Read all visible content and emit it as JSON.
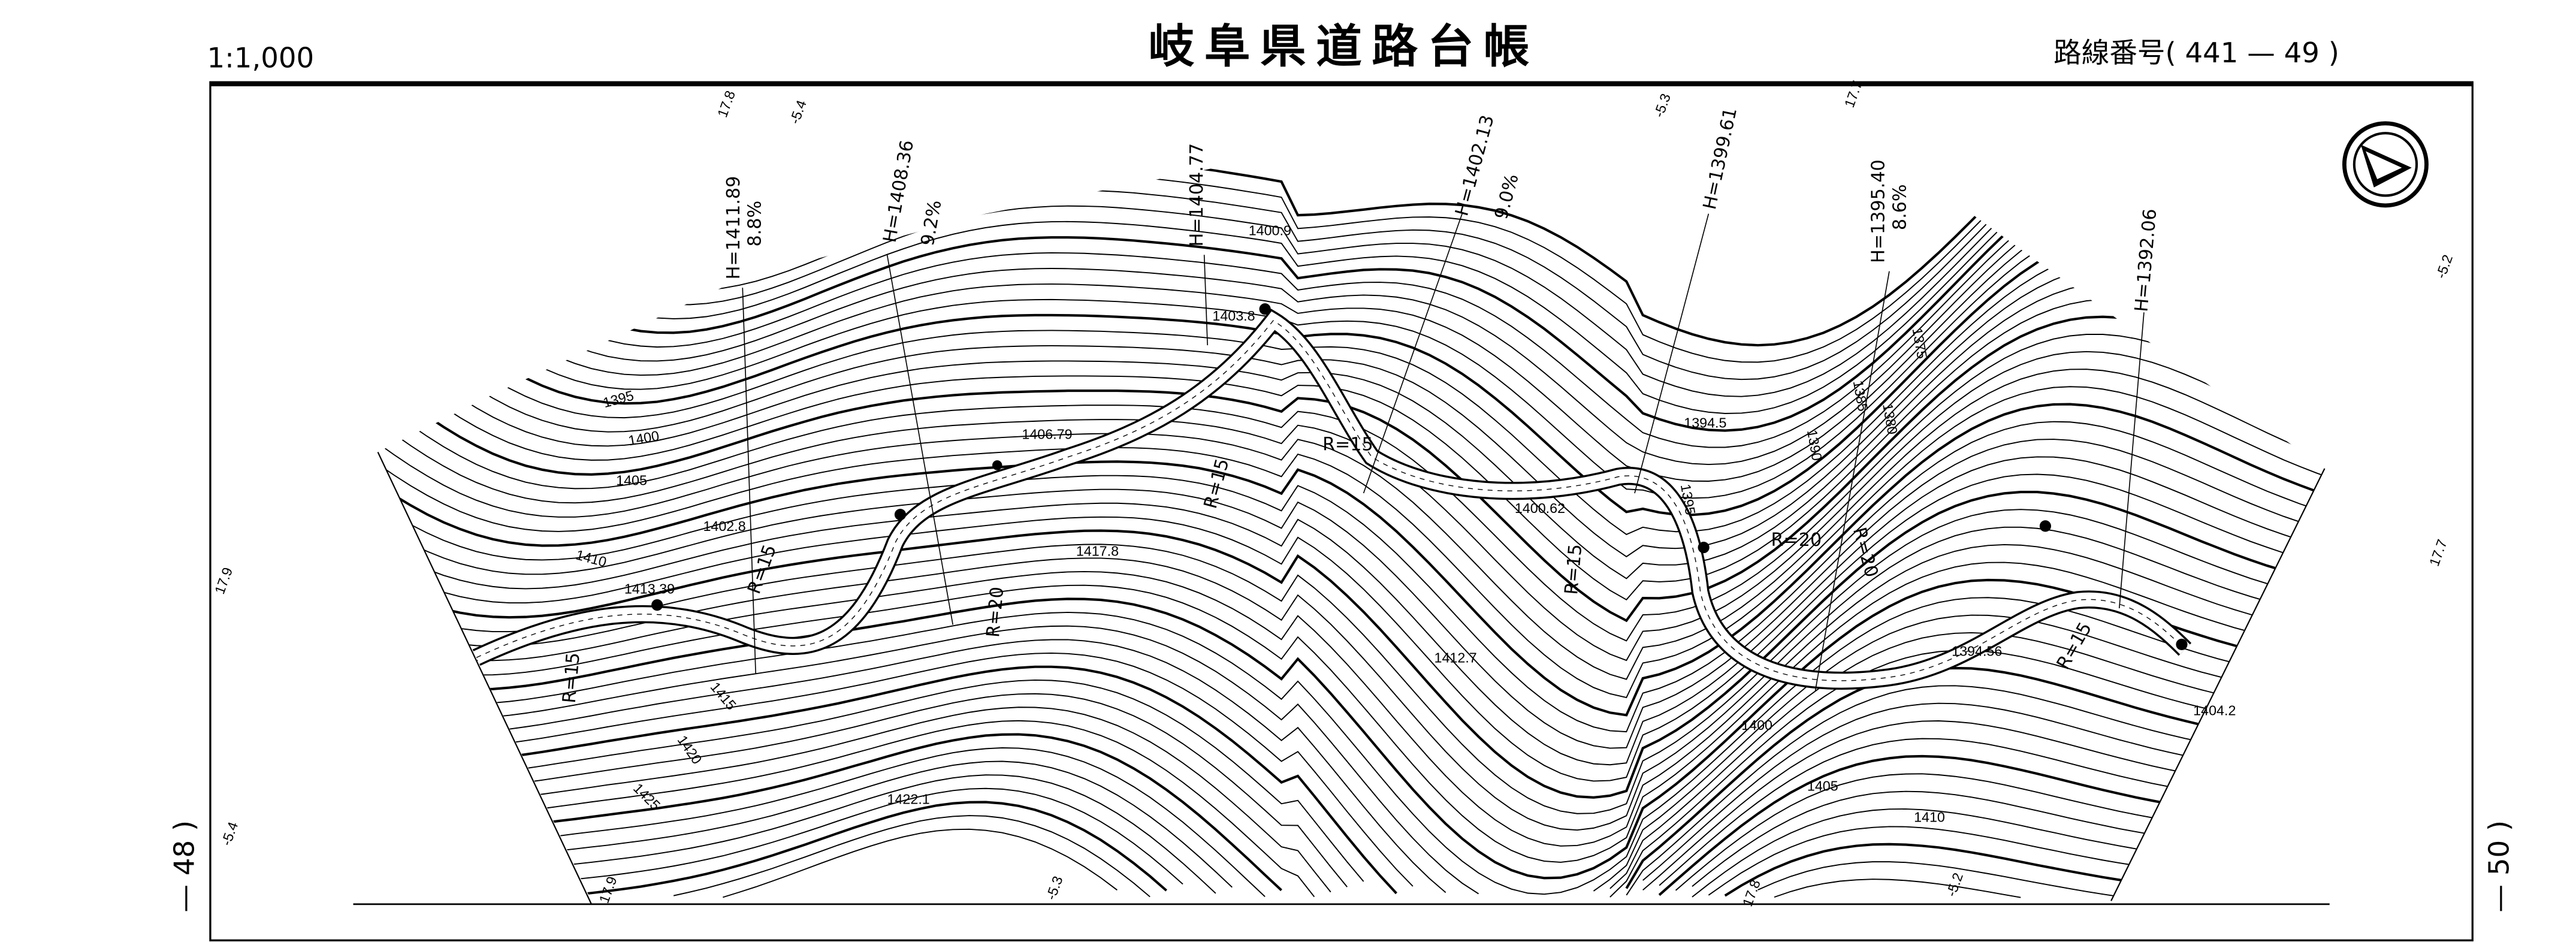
{
  "header": {
    "scale": "1:1,000",
    "title": "岐阜県道路台帳",
    "route_number": "路線番号( 441 — 49 )"
  },
  "sheet_refs": {
    "left": "— 48 )",
    "right": "— 50 )"
  },
  "stations": [
    {
      "height": "H=1411.89",
      "grade": "8.8%"
    },
    {
      "height": "H=1408.36",
      "grade": "9.2%"
    },
    {
      "height": "H=1404.77",
      "grade": ""
    },
    {
      "height": "H=1402.13",
      "grade": "9.0%"
    },
    {
      "height": "H=1399.61",
      "grade": ""
    },
    {
      "height": "H=1395.40",
      "grade": "8.6%"
    },
    {
      "height": "H=1392.06",
      "grade": ""
    }
  ],
  "crossfalls": [
    "17.8",
    "-5.4",
    "-5.3",
    "17.7",
    "-5.2",
    "17.9",
    "17.7",
    "-5.4",
    "17.9",
    "-5.3",
    "17.8",
    "-5.2"
  ],
  "spot_elevations": [
    "1400.9",
    "1403.8",
    "1406.79",
    "1402.8",
    "1413.39",
    "1417.8",
    "1412.7",
    "1422.1",
    "1400.62",
    "1394.5",
    "1394.56",
    "1404.2"
  ],
  "contour_labels": [
    "1395",
    "1400",
    "1405",
    "1410",
    "1415",
    "1420",
    "1425",
    "1400",
    "1405",
    "1410",
    "1390",
    "1385",
    "1380",
    "1375",
    "1395"
  ],
  "curve_radii": [
    "R=15",
    "R=15",
    "R=20",
    "R=20",
    "R=15",
    "R=20",
    "R=15",
    "R=15",
    "R=15"
  ],
  "north_arrow": "north-arrow-icon"
}
